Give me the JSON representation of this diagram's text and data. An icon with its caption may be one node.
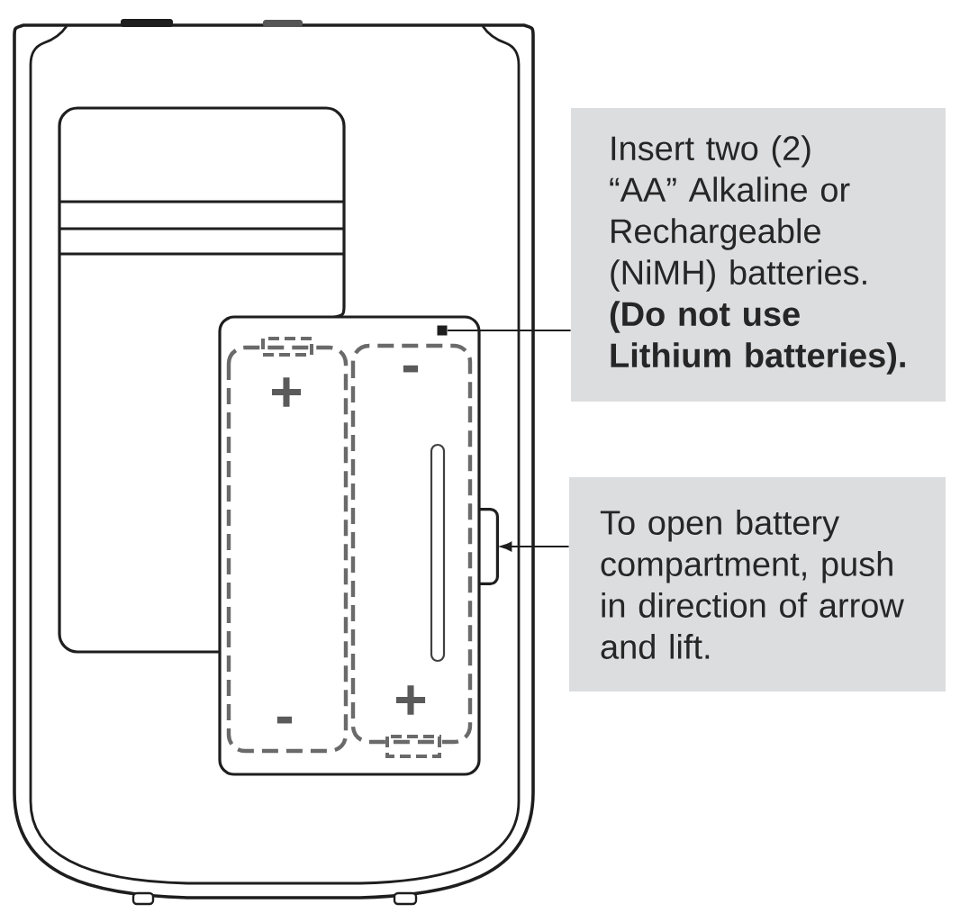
{
  "diagram": {
    "nodes": [
      {
        "text": [
          "Insert two (2) “AA” Alkaline or Rechargeable (NiMH) batteries.",
          "(Do not use Lithium batteries)."
        ]
      },
      {
        "text": [
          "To open battery compartment, push in direction of arrow and lift."
        ]
      },
      {
        "text": [],
        "shape": "box"
      },
      {
        "text": [],
        "shape": "bracket"
      }
    ],
    "edges": [
      {
        "from": 0,
        "to": 2,
        "arrow": "none"
      },
      {
        "from": 1,
        "to": 3,
        "arrow": "to"
      }
    ],
    "labels": [
      "+",
      "-",
      "-",
      "+"
    ]
  }
}
